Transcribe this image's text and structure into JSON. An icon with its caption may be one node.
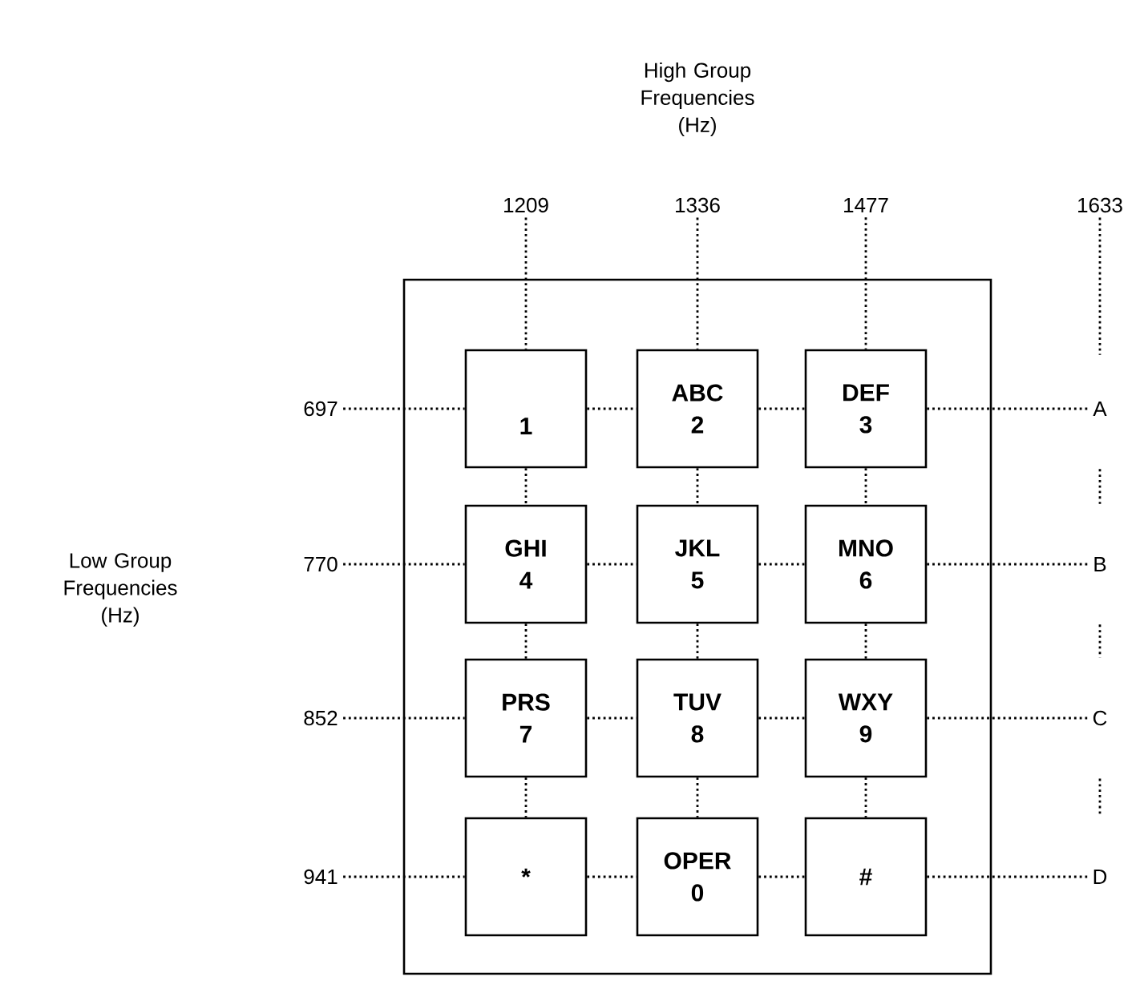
{
  "diagram": {
    "nodes": [
      {
        "text": [],
        "shape": "box"
      },
      {
        "text": [
          "1"
        ],
        "in": 0
      },
      {
        "text": [
          "ABC",
          "2"
        ],
        "in": 0
      },
      {
        "text": [
          "DEF",
          "3"
        ],
        "in": 0
      },
      {
        "text": [
          "GHI",
          "4"
        ],
        "in": 0
      },
      {
        "text": [
          "JKL",
          "5"
        ],
        "in": 0
      },
      {
        "text": [
          "MNO",
          "6"
        ],
        "in": 0
      },
      {
        "text": [
          "PRS",
          "7"
        ],
        "in": 0
      },
      {
        "text": [
          "TUV",
          "8"
        ],
        "in": 0
      },
      {
        "text": [
          "WXY",
          "9"
        ],
        "in": 0
      },
      {
        "text": [
          "*"
        ],
        "in": 0
      },
      {
        "text": [
          "OPER",
          "0"
        ],
        "in": 0
      },
      {
        "text": [
          "#"
        ],
        "in": 0
      },
      {
        "text": [
          "1209"
        ]
      },
      {
        "text": [
          "1336"
        ]
      },
      {
        "text": [
          "1477"
        ]
      },
      {
        "text": [
          "1633"
        ]
      },
      {
        "text": [
          "697"
        ]
      },
      {
        "text": [
          "770"
        ]
      },
      {
        "text": [
          "852"
        ]
      },
      {
        "text": [
          "941"
        ]
      },
      {
        "text": [
          "A"
        ]
      },
      {
        "text": [
          "B"
        ]
      },
      {
        "text": [
          "C"
        ]
      },
      {
        "text": [
          "D"
        ]
      }
    ],
    "edges": [
      {
        "from": 17,
        "to": 1,
        "arrow": "none"
      },
      {
        "from": 1,
        "to": 2,
        "arrow": "none"
      },
      {
        "from": 2,
        "to": 3,
        "arrow": "none"
      },
      {
        "from": 3,
        "to": 21,
        "arrow": "none"
      },
      {
        "from": 18,
        "to": 4,
        "arrow": "none"
      },
      {
        "from": 4,
        "to": 5,
        "arrow": "none"
      },
      {
        "from": 5,
        "to": 6,
        "arrow": "none"
      },
      {
        "from": 6,
        "to": 22,
        "arrow": "none"
      },
      {
        "from": 19,
        "to": 7,
        "arrow": "none"
      },
      {
        "from": 7,
        "to": 8,
        "arrow": "none"
      },
      {
        "from": 8,
        "to": 9,
        "arrow": "none"
      },
      {
        "from": 9,
        "to": 23,
        "arrow": "none"
      },
      {
        "from": 20,
        "to": 10,
        "arrow": "none"
      },
      {
        "from": 10,
        "to": 11,
        "arrow": "none"
      },
      {
        "from": 11,
        "to": 12,
        "arrow": "none"
      },
      {
        "from": 12,
        "to": 24,
        "arrow": "none"
      },
      {
        "from": 13,
        "to": 1,
        "arrow": "none"
      },
      {
        "from": 1,
        "to": 4,
        "arrow": "none"
      },
      {
        "from": 4,
        "to": 7,
        "arrow": "none"
      },
      {
        "from": 7,
        "to": 10,
        "arrow": "none"
      },
      {
        "from": 14,
        "to": 2,
        "arrow": "none"
      },
      {
        "from": 2,
        "to": 5,
        "arrow": "none"
      },
      {
        "from": 5,
        "to": 8,
        "arrow": "none"
      },
      {
        "from": 8,
        "to": 11,
        "arrow": "none"
      },
      {
        "from": 15,
        "to": 3,
        "arrow": "none"
      },
      {
        "from": 3,
        "to": 6,
        "arrow": "none"
      },
      {
        "from": 6,
        "to": 9,
        "arrow": "none"
      },
      {
        "from": 9,
        "to": 12,
        "arrow": "none"
      },
      {
        "from": 16,
        "to": 21,
        "arrow": "none"
      },
      {
        "from": 21,
        "to": 22,
        "arrow": "none"
      },
      {
        "from": 22,
        "to": 23,
        "arrow": "none"
      },
      {
        "from": 23,
        "to": 24,
        "arrow": "none"
      }
    ],
    "labels": [
      "High Group Frequencies (Hz)",
      "Low Group Frequencies (Hz)"
    ]
  }
}
